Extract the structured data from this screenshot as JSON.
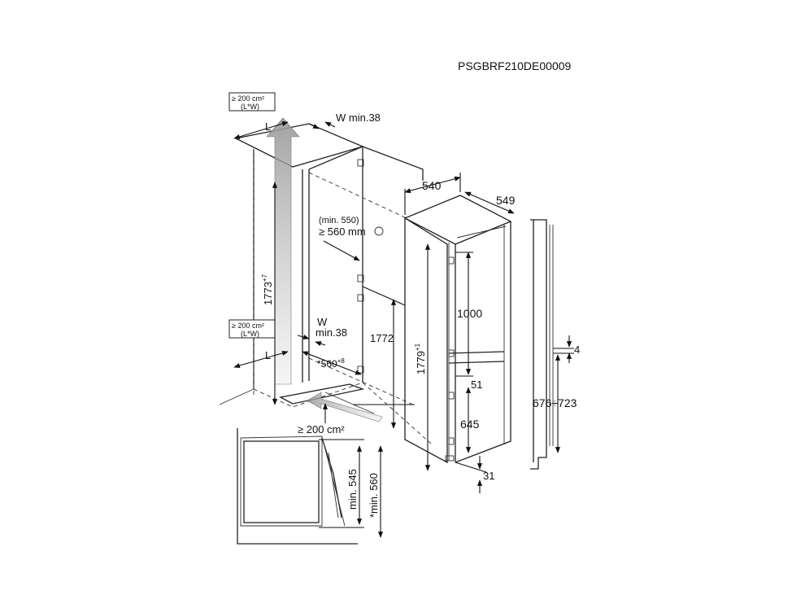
{
  "code": "PSGBRF210DE00009",
  "vent": {
    "top_area": "≥ 200 cm²",
    "top_formula": "(L*W)",
    "bottom_area": "≥ 200 cm²",
    "bottom_formula": "(L*W)",
    "L": "L",
    "W": "W",
    "w_min_top": "W min.38",
    "w_min": "min.38",
    "floor_area": "≥ 200 cm²"
  },
  "niche": {
    "depth_min": "(min. 550)",
    "depth": "≥ 560 mm",
    "height": "1773",
    "height_tol": "+7",
    "width": "*560",
    "width_tol": "+8",
    "inner_height": "1772"
  },
  "appliance": {
    "width": "540",
    "depth": "549",
    "height": "1779",
    "height_tol": "+1",
    "upper_door": "1000",
    "gap": "51",
    "lower_door": "645",
    "bottom": "31"
  },
  "door_profile": {
    "gap": "4",
    "range": "676÷723"
  },
  "plan_view": {
    "min_depth": "min. 545",
    "min_depth_star": "*min. 560"
  }
}
